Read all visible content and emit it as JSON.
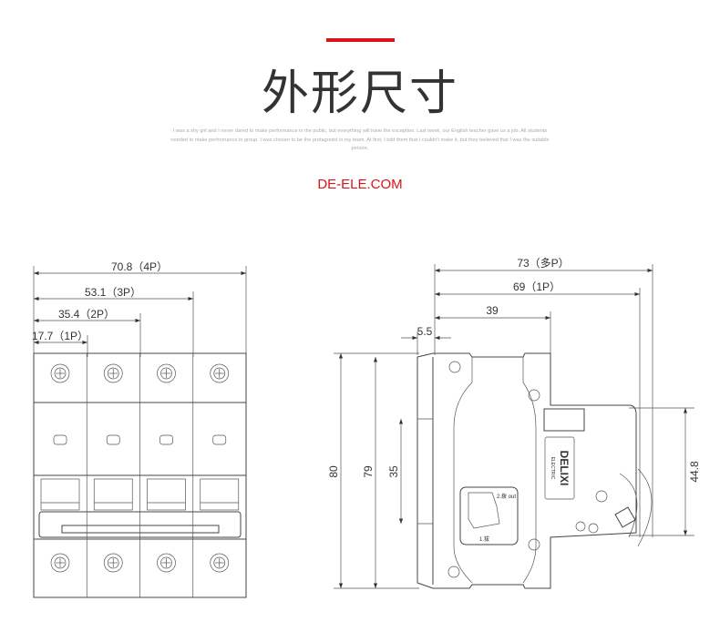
{
  "header": {
    "title": "外形尺寸",
    "paragraph": "I was a shy girl and I never dared to make performance in the public, but everything will have the exception. Last week, our English teacher gave us a job. All students needed to make performance in group. I was chosen to be the protagonist in my team. At first, I told them that I couldn't make it, but they believed that I was the suitable person.",
    "website": "DE-ELE.COM",
    "accent_color": "#d7141a"
  },
  "front_view": {
    "dimensions": [
      "70.8（4P）",
      "53.1（3P）",
      "35.4（2P）",
      "17.7（1P）"
    ]
  },
  "side_view": {
    "dimensions_horizontal": [
      "73（多P）",
      "69（1P）",
      "39",
      "5.5"
    ],
    "dimensions_vertical": [
      "80",
      "79",
      "35",
      "44.8"
    ],
    "brand": "DELIXI",
    "brand_sub": "ELECTRIC",
    "label_step2": "2.拨 out",
    "label_step1": "1.拔"
  }
}
